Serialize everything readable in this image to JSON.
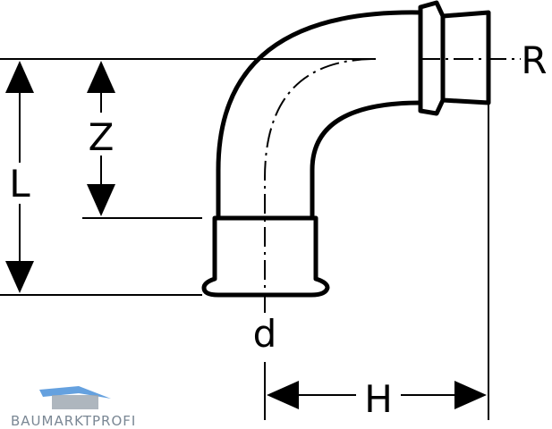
{
  "labels": {
    "L": "L",
    "Z": "Z",
    "R": "R",
    "d": "d",
    "H": "H"
  },
  "watermark": {
    "text": "BAUMARKTPROFI"
  },
  "colors": {
    "line": "#000000",
    "background": "#ffffff",
    "watermark_text": "#7a8794",
    "watermark_roof": "#4a90d9"
  }
}
